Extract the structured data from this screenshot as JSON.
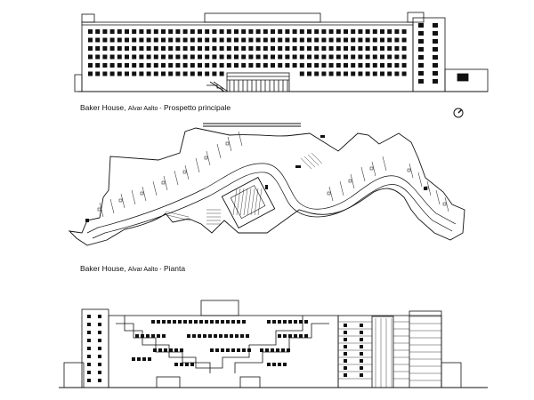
{
  "drawing": {
    "captions": {
      "elevation": {
        "building": "Baker House,",
        "architect": "Alvar Aalto -",
        "view": "Prospetto principale"
      },
      "plan": {
        "building": "Baker House,",
        "architect": "Alvar Aalto -",
        "view": "Pianta"
      }
    },
    "symbols": {
      "north_arrow": "compass-icon"
    },
    "colors": {
      "ink": "#111111",
      "paper": "#ffffff"
    }
  }
}
